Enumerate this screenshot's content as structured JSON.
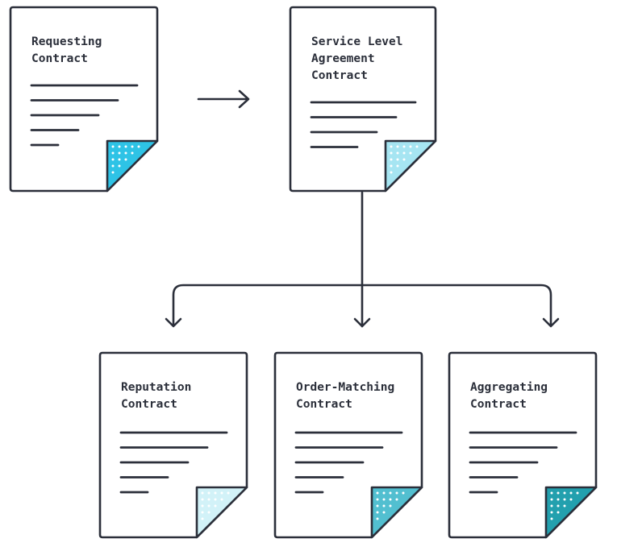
{
  "documents": [
    {
      "id": "requesting",
      "title_lines": [
        "Requesting",
        "Contract"
      ],
      "corner_color": "#2ec3e6",
      "dot_color": "#ffffff"
    },
    {
      "id": "sla",
      "title_lines": [
        "Service Level",
        "Agreement",
        "Contract"
      ],
      "corner_color": "#a6e5f2",
      "dot_color": "#ffffff"
    },
    {
      "id": "reputation",
      "title_lines": [
        "Reputation",
        "Contract"
      ],
      "corner_color": "#d2f2f8",
      "dot_color": "#ffffff"
    },
    {
      "id": "order-matching",
      "title_lines": [
        "Order-Matching",
        "Contract"
      ],
      "corner_color": "#52bfd0",
      "dot_color": "#ffffff"
    },
    {
      "id": "aggregating",
      "title_lines": [
        "Aggregating",
        "Contract"
      ],
      "corner_color": "#23a0ae",
      "dot_color": "#ffffff"
    }
  ],
  "colors": {
    "stroke": "#2b2f3a",
    "paper": "#ffffff"
  }
}
